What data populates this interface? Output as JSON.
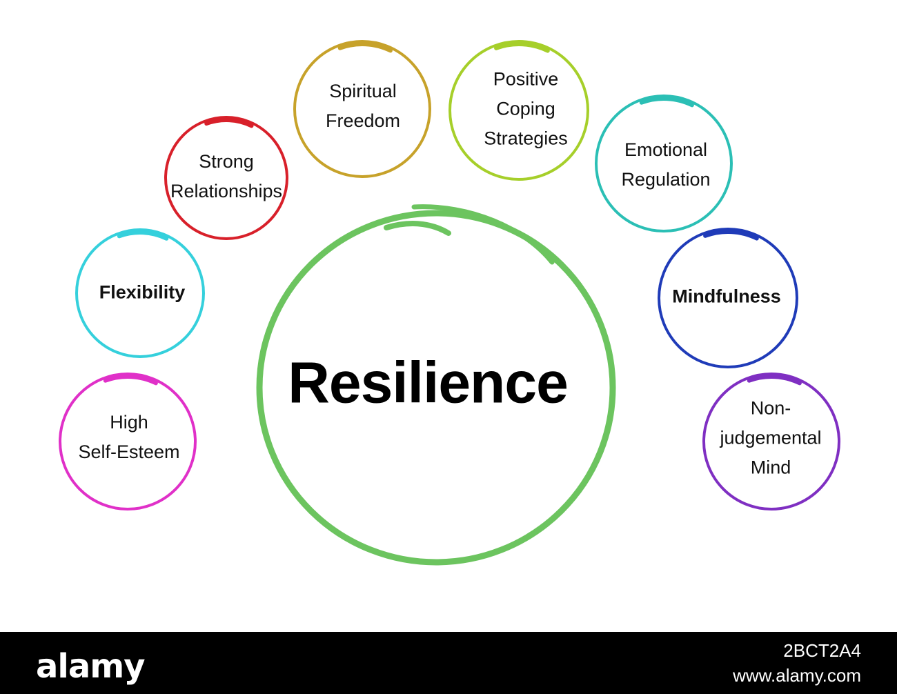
{
  "center": {
    "title": "Resilience",
    "color": "#6cc45f"
  },
  "nodes": [
    {
      "label": "High\nSelf-Esteem",
      "color": "#e030c8"
    },
    {
      "label": "Flexibility",
      "color": "#35d0dc"
    },
    {
      "label": "Strong\nRelationships",
      "color": "#d8202a"
    },
    {
      "label": "Spiritual\nFreedom",
      "color": "#c7a22a"
    },
    {
      "label": "Positive\nCoping\nStrategies",
      "color": "#a6cf2a"
    },
    {
      "label": "Emotional\nRegulation",
      "color": "#2bbfb5"
    },
    {
      "label": "Mindfulness",
      "color": "#1f3bb8"
    },
    {
      "label": "Non-\njudgemental\nMind",
      "color": "#7f2fc2"
    }
  ],
  "footer": {
    "logo": "alamy",
    "image_id": "2BCT2A4",
    "url": "www.alamy.com"
  }
}
